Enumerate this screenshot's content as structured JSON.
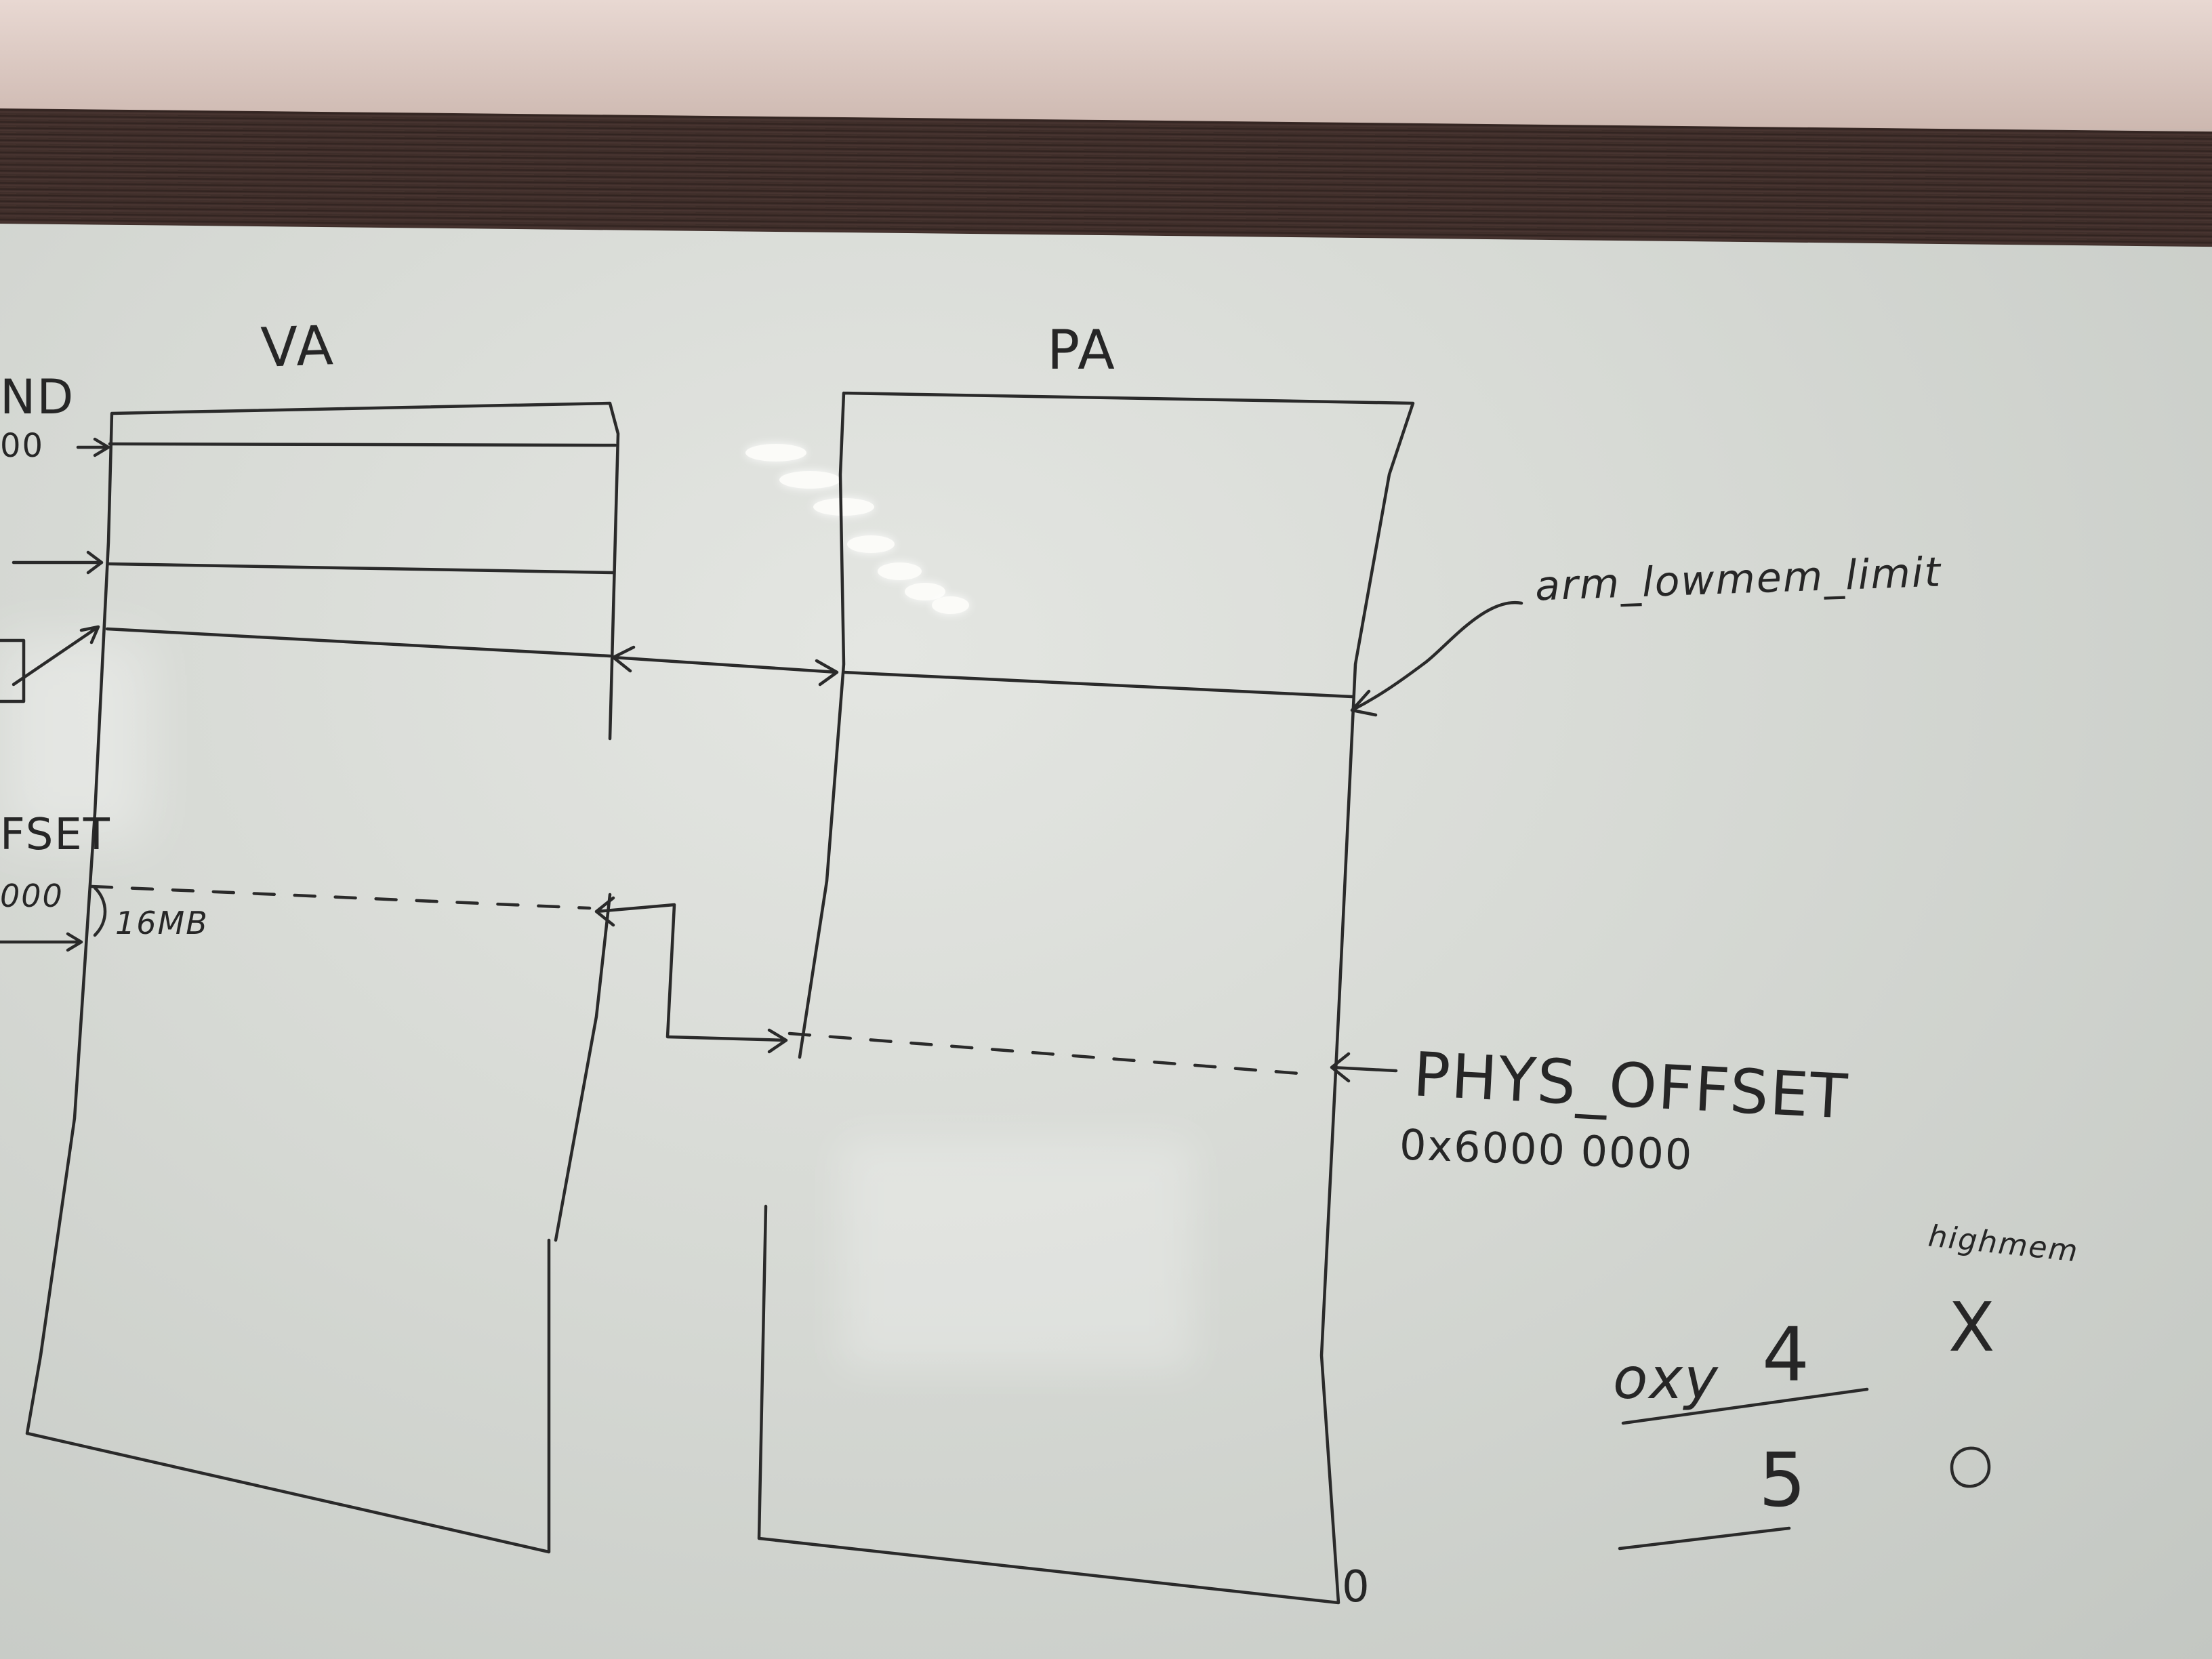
{
  "whiteboard": {
    "va_label": "VA",
    "pa_label": "PA",
    "left_edge_top": "ND",
    "left_edge_addr": "00",
    "left_edge_offset": "FSET",
    "left_edge_offset_addr": "000",
    "size_16mb": "16MB",
    "arm_lowmem_limit": "arm_lowmem_limit",
    "phys_offset": "PHYS_OFFSET",
    "phys_offset_addr": "0x6000 0000",
    "zero_label": "0",
    "highmem": "highmem",
    "table": {
      "row_header": "oxy",
      "row1_value": "4",
      "row1_mark": "X",
      "row2_value": "5",
      "row2_mark": "O"
    }
  }
}
